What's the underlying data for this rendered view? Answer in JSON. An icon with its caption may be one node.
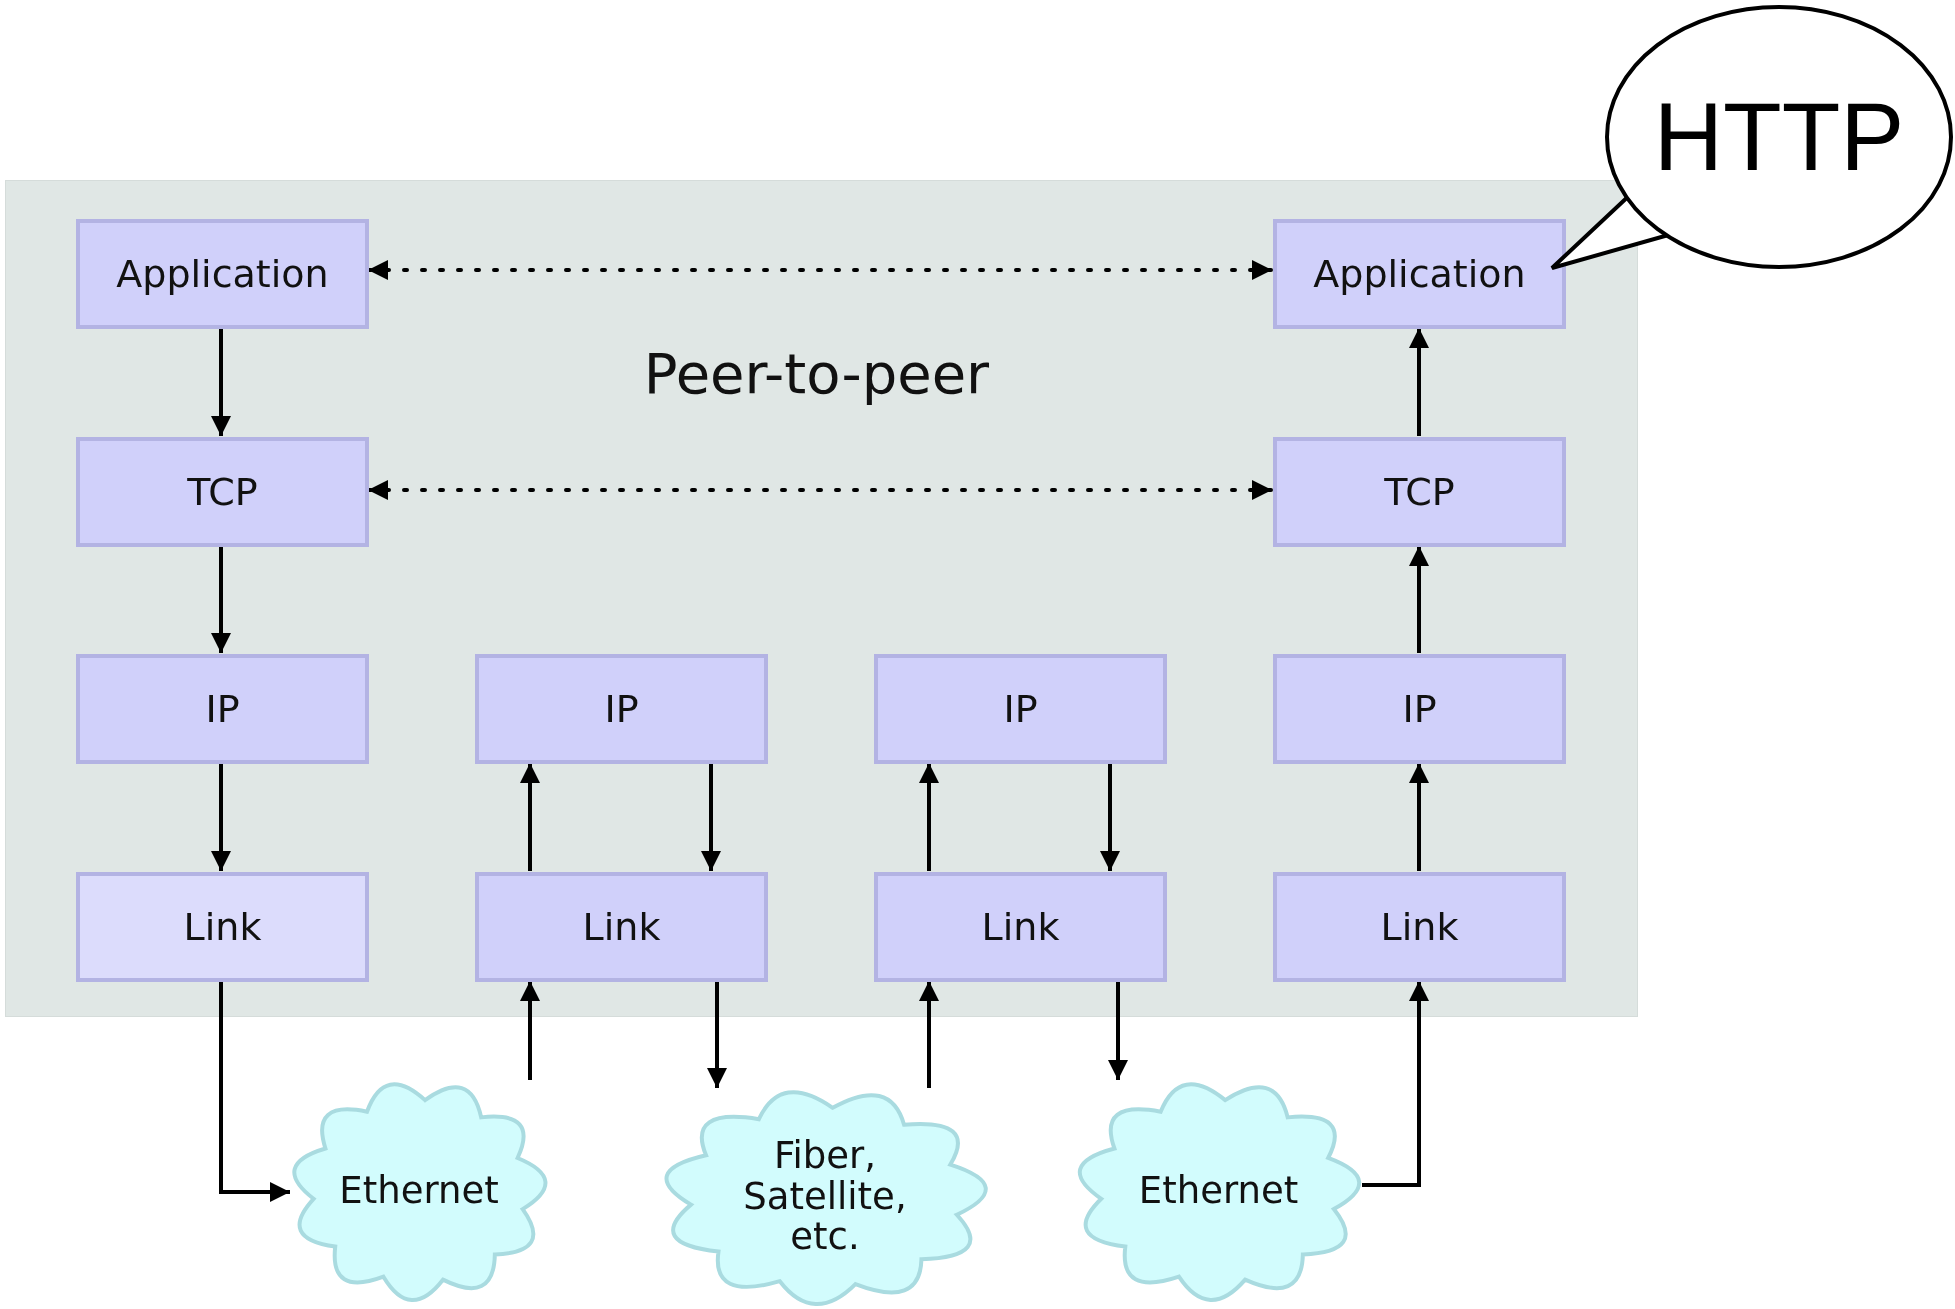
{
  "diagram": {
    "nodes": [
      {
        "text": [
          "Peer-to-peer"
        ]
      },
      {
        "text": [
          "Application"
        ],
        "in": 0
      },
      {
        "text": [
          "Application"
        ],
        "in": 0
      },
      {
        "text": [
          "TCP"
        ],
        "in": 0
      },
      {
        "text": [
          "TCP"
        ],
        "in": 0
      },
      {
        "text": [
          "IP"
        ],
        "in": 0
      },
      {
        "text": [
          "IP"
        ],
        "in": 0
      },
      {
        "text": [
          "IP"
        ],
        "in": 0
      },
      {
        "text": [
          "IP"
        ],
        "in": 0
      },
      {
        "text": [
          "Link"
        ],
        "in": 0
      },
      {
        "text": [
          "Link"
        ],
        "in": 0
      },
      {
        "text": [
          "Link"
        ],
        "in": 0
      },
      {
        "text": [
          "Link"
        ],
        "in": 0
      },
      {
        "text": [
          "Ethernet"
        ]
      },
      {
        "text": [
          "Fiber, Satellite, etc."
        ]
      },
      {
        "text": [
          "Ethernet"
        ]
      },
      {
        "text": [
          "HTTP"
        ]
      }
    ],
    "edges": [
      {
        "from": 1,
        "to": 2,
        "arrow": "both",
        "style": "dashed"
      },
      {
        "from": 3,
        "to": 4,
        "arrow": "both",
        "style": "dashed"
      },
      {
        "from": 1,
        "to": 3,
        "arrow": "to"
      },
      {
        "from": 3,
        "to": 5,
        "arrow": "to"
      },
      {
        "from": 5,
        "to": 9,
        "arrow": "to"
      },
      {
        "from": 9,
        "to": 13,
        "arrow": "to"
      },
      {
        "from": 13,
        "to": 10,
        "arrow": "to"
      },
      {
        "from": 10,
        "to": 6,
        "arrow": "to"
      },
      {
        "from": 6,
        "to": 10,
        "arrow": "to"
      },
      {
        "from": 10,
        "to": 14,
        "arrow": "to"
      },
      {
        "from": 14,
        "to": 11,
        "arrow": "to"
      },
      {
        "from": 11,
        "to": 7,
        "arrow": "to"
      },
      {
        "from": 7,
        "to": 11,
        "arrow": "to"
      },
      {
        "from": 11,
        "to": 15,
        "arrow": "to"
      },
      {
        "from": 15,
        "to": 12,
        "arrow": "to"
      },
      {
        "from": 12,
        "to": 8,
        "arrow": "to"
      },
      {
        "from": 8,
        "to": 4,
        "arrow": "to"
      },
      {
        "from": 4,
        "to": 2,
        "arrow": "to"
      }
    ]
  }
}
